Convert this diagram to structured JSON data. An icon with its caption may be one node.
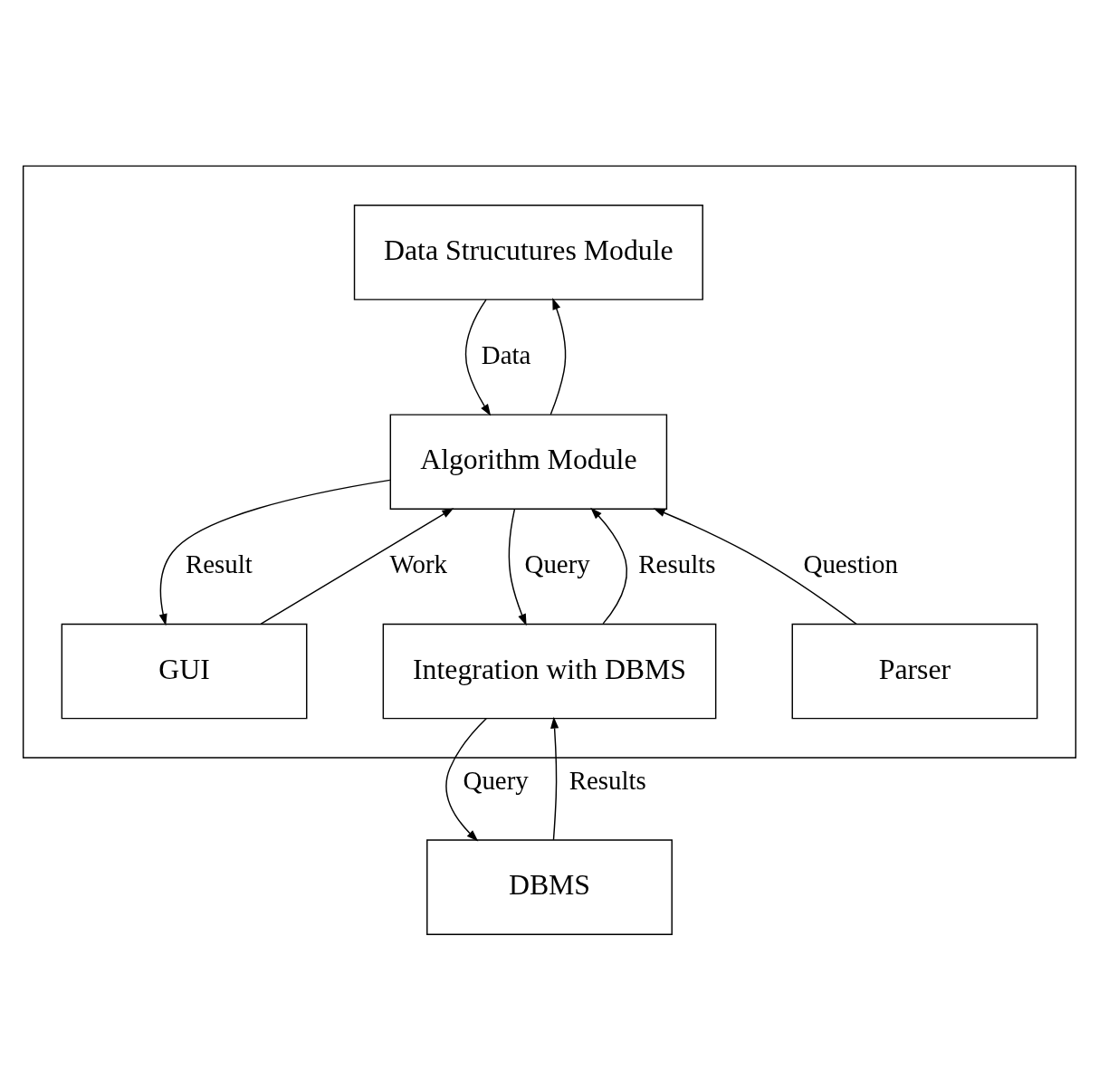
{
  "diagram": {
    "nodes": [
      {
        "text": [],
        "shape": "box"
      },
      {
        "text": [
          "Data Strucutures Module"
        ],
        "in": 0
      },
      {
        "text": [
          "Algorithm Module"
        ],
        "in": 0
      },
      {
        "text": [
          "GUI"
        ],
        "in": 0
      },
      {
        "text": [
          "Parser"
        ],
        "in": 0
      },
      {
        "text": [
          "Integration with DBMS"
        ],
        "in": 0
      },
      {
        "text": [
          "DBMS"
        ]
      }
    ],
    "edges": [
      {
        "from": 2,
        "to": 1,
        "arrow": "to"
      },
      {
        "from": 1,
        "to": 2,
        "arrow": "to",
        "label": "Data"
      },
      {
        "from": 2,
        "to": 3,
        "arrow": "to",
        "label": "Result"
      },
      {
        "from": 3,
        "to": 2,
        "arrow": "to",
        "label": "Work"
      },
      {
        "from": 4,
        "to": 2,
        "arrow": "to",
        "label": "Question"
      },
      {
        "from": 5,
        "to": 2,
        "arrow": "to",
        "label": "Results"
      },
      {
        "from": 2,
        "to": 5,
        "arrow": "to",
        "label": "Query"
      },
      {
        "from": 5,
        "to": 6,
        "arrow": "to",
        "label": "Query"
      },
      {
        "from": 6,
        "to": 5,
        "arrow": "to",
        "label": "Results"
      }
    ]
  }
}
